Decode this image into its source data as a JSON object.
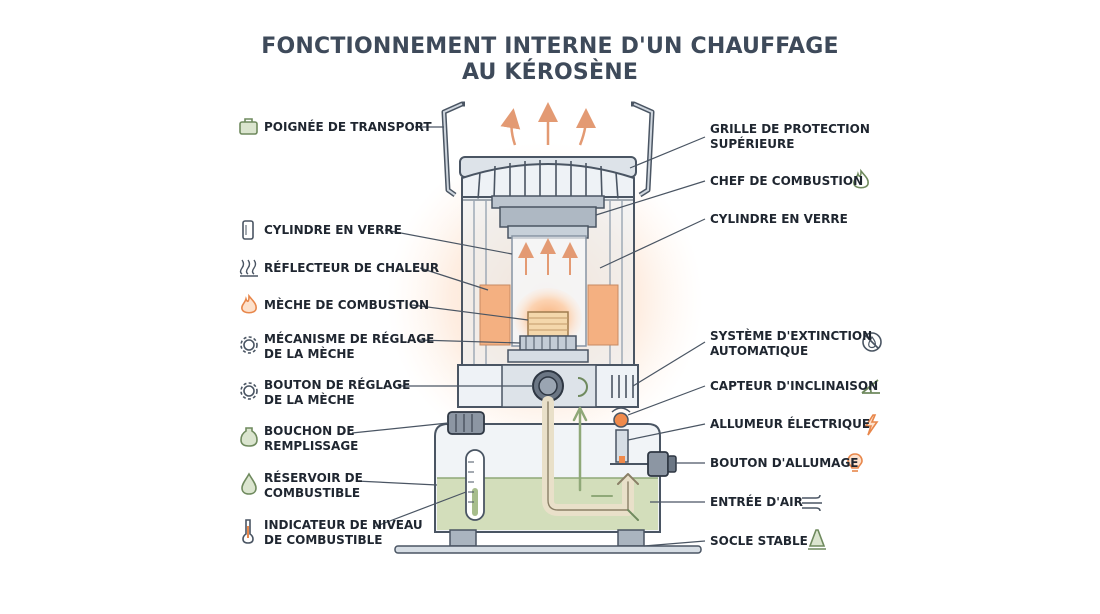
{
  "title": {
    "line1": "FONCTIONNEMENT INTERNE D'UN CHAUFFAGE",
    "line2": "AU KÉROSÈNE"
  },
  "colors": {
    "outline": "#4a5563",
    "metal": "#cfd6de",
    "glass": "#e4ebf2",
    "fuel": "#cfdcb4",
    "flame": "#f08a4b",
    "glow": "#fde4d2",
    "icon_green": "#6f8a5e",
    "icon_orange": "#e8874b"
  },
  "labels_left": [
    {
      "id": "carry-handle",
      "icon": "briefcase-icon",
      "lines": [
        "POIGNÉE DE TRANSPORT"
      ]
    },
    {
      "id": "glass-cylinder-left",
      "icon": "cylinder-icon",
      "lines": [
        "CYLINDRE EN VERRE"
      ]
    },
    {
      "id": "heat-reflector",
      "icon": "heat-waves-icon",
      "lines": [
        "RÉFLECTEUR DE CHALEUR"
      ]
    },
    {
      "id": "combustion-wick",
      "icon": "flame-icon",
      "lines": [
        "MÈCHE DE COMBUSTION"
      ]
    },
    {
      "id": "wick-adjust-mechanism",
      "icon": "gear-icon",
      "lines": [
        "MÉCANISME DE RÉGLAGE",
        "DE LA MÈCHE"
      ]
    },
    {
      "id": "wick-adjust-knob",
      "icon": "gear-icon",
      "lines": [
        "BOUTON DE RÉGLAGE",
        "DE LA MÈCHE"
      ]
    },
    {
      "id": "filler-cap",
      "icon": "bottle-icon",
      "lines": [
        "BOUCHON DE",
        "REMPLISSAGE"
      ]
    },
    {
      "id": "fuel-tank",
      "icon": "droplet-icon",
      "lines": [
        "RÉSERVOIR DE",
        "COMBUSTIBLE"
      ]
    },
    {
      "id": "fuel-gauge",
      "icon": "thermometer-icon",
      "lines": [
        "INDICATEUR DE NIVEAU",
        "DE COMBUSTIBLE"
      ]
    }
  ],
  "labels_right": [
    {
      "id": "top-guard",
      "icon": "",
      "lines": [
        "GRILLE DE PROTECTION",
        "SUPÉRIEURE"
      ]
    },
    {
      "id": "combustion-head",
      "icon": "flame-outline-icon",
      "lines": [
        "CHEF DE COMBUSTION"
      ]
    },
    {
      "id": "glass-cylinder-right",
      "icon": "",
      "lines": [
        "CYLINDRE EN VERRE"
      ]
    },
    {
      "id": "auto-extinguish",
      "icon": "no-flame-icon",
      "lines": [
        "SYSTÈME D'EXTINCTION",
        "AUTOMATIQUE"
      ]
    },
    {
      "id": "tilt-sensor",
      "icon": "angle-icon",
      "lines": [
        "CAPTEUR D'INCLINAISON"
      ]
    },
    {
      "id": "electric-igniter",
      "icon": "lightning-icon",
      "lines": [
        "ALLUMEUR ÉLECTRIQUE"
      ]
    },
    {
      "id": "ignition-button",
      "icon": "bulb-icon",
      "lines": [
        "BOUTON D'ALLUMAGE"
      ]
    },
    {
      "id": "air-inlet",
      "icon": "wind-icon",
      "lines": [
        "ENTRÉE D'AIR"
      ]
    },
    {
      "id": "stable-base",
      "icon": "cone-base-icon",
      "lines": [
        "SOCLE STABLE"
      ]
    }
  ]
}
